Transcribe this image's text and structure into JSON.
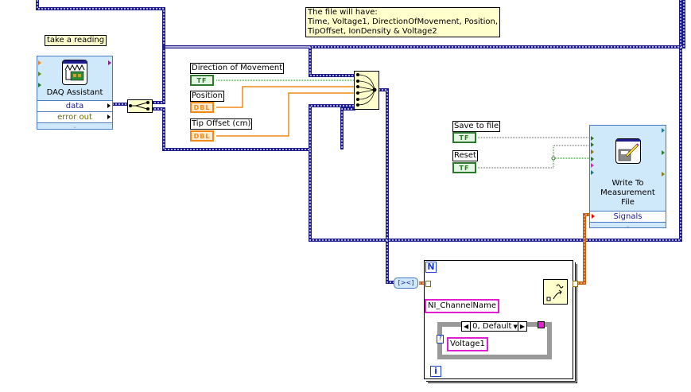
{
  "notes": {
    "take_reading": "take a reading",
    "file_description": [
      "The file will have:",
      "Time, Voltage1, DirectionOfMovement, Position,",
      "TipOffset, IonDensity & Voltage2"
    ]
  },
  "daq_assistant": {
    "title": "DAQ Assistant",
    "outputs": [
      "data",
      "error out"
    ]
  },
  "controls": [
    {
      "label": "Direction of Movement",
      "type": "TF"
    },
    {
      "label": "Position",
      "type": "DBL"
    },
    {
      "label": "Tip Offset (cm)",
      "type": "DBL"
    },
    {
      "label": "Save to file",
      "type": "TF"
    },
    {
      "label": "Reset",
      "type": "TF"
    }
  ],
  "write_measurement": {
    "title": [
      "Write To",
      "Measurement",
      "File"
    ],
    "input": "Signals"
  },
  "for_loop": {
    "count_terminal": "N",
    "iteration_terminal": "i",
    "channel_name_constant": "NI_ChannelName",
    "case_selector": "0, Default",
    "case_question": "?",
    "case_constant": "Voltage1"
  },
  "colors": {
    "cluster_wire": "#1c1c8c",
    "bool_wire": "#2b7a2b",
    "dbl_wire": "#ef8a17",
    "string_wire": "#e020d0",
    "dynamic_wire": "#c0601a",
    "node_bg": "#cfe9fb",
    "note_bg": "#ffffcc"
  }
}
